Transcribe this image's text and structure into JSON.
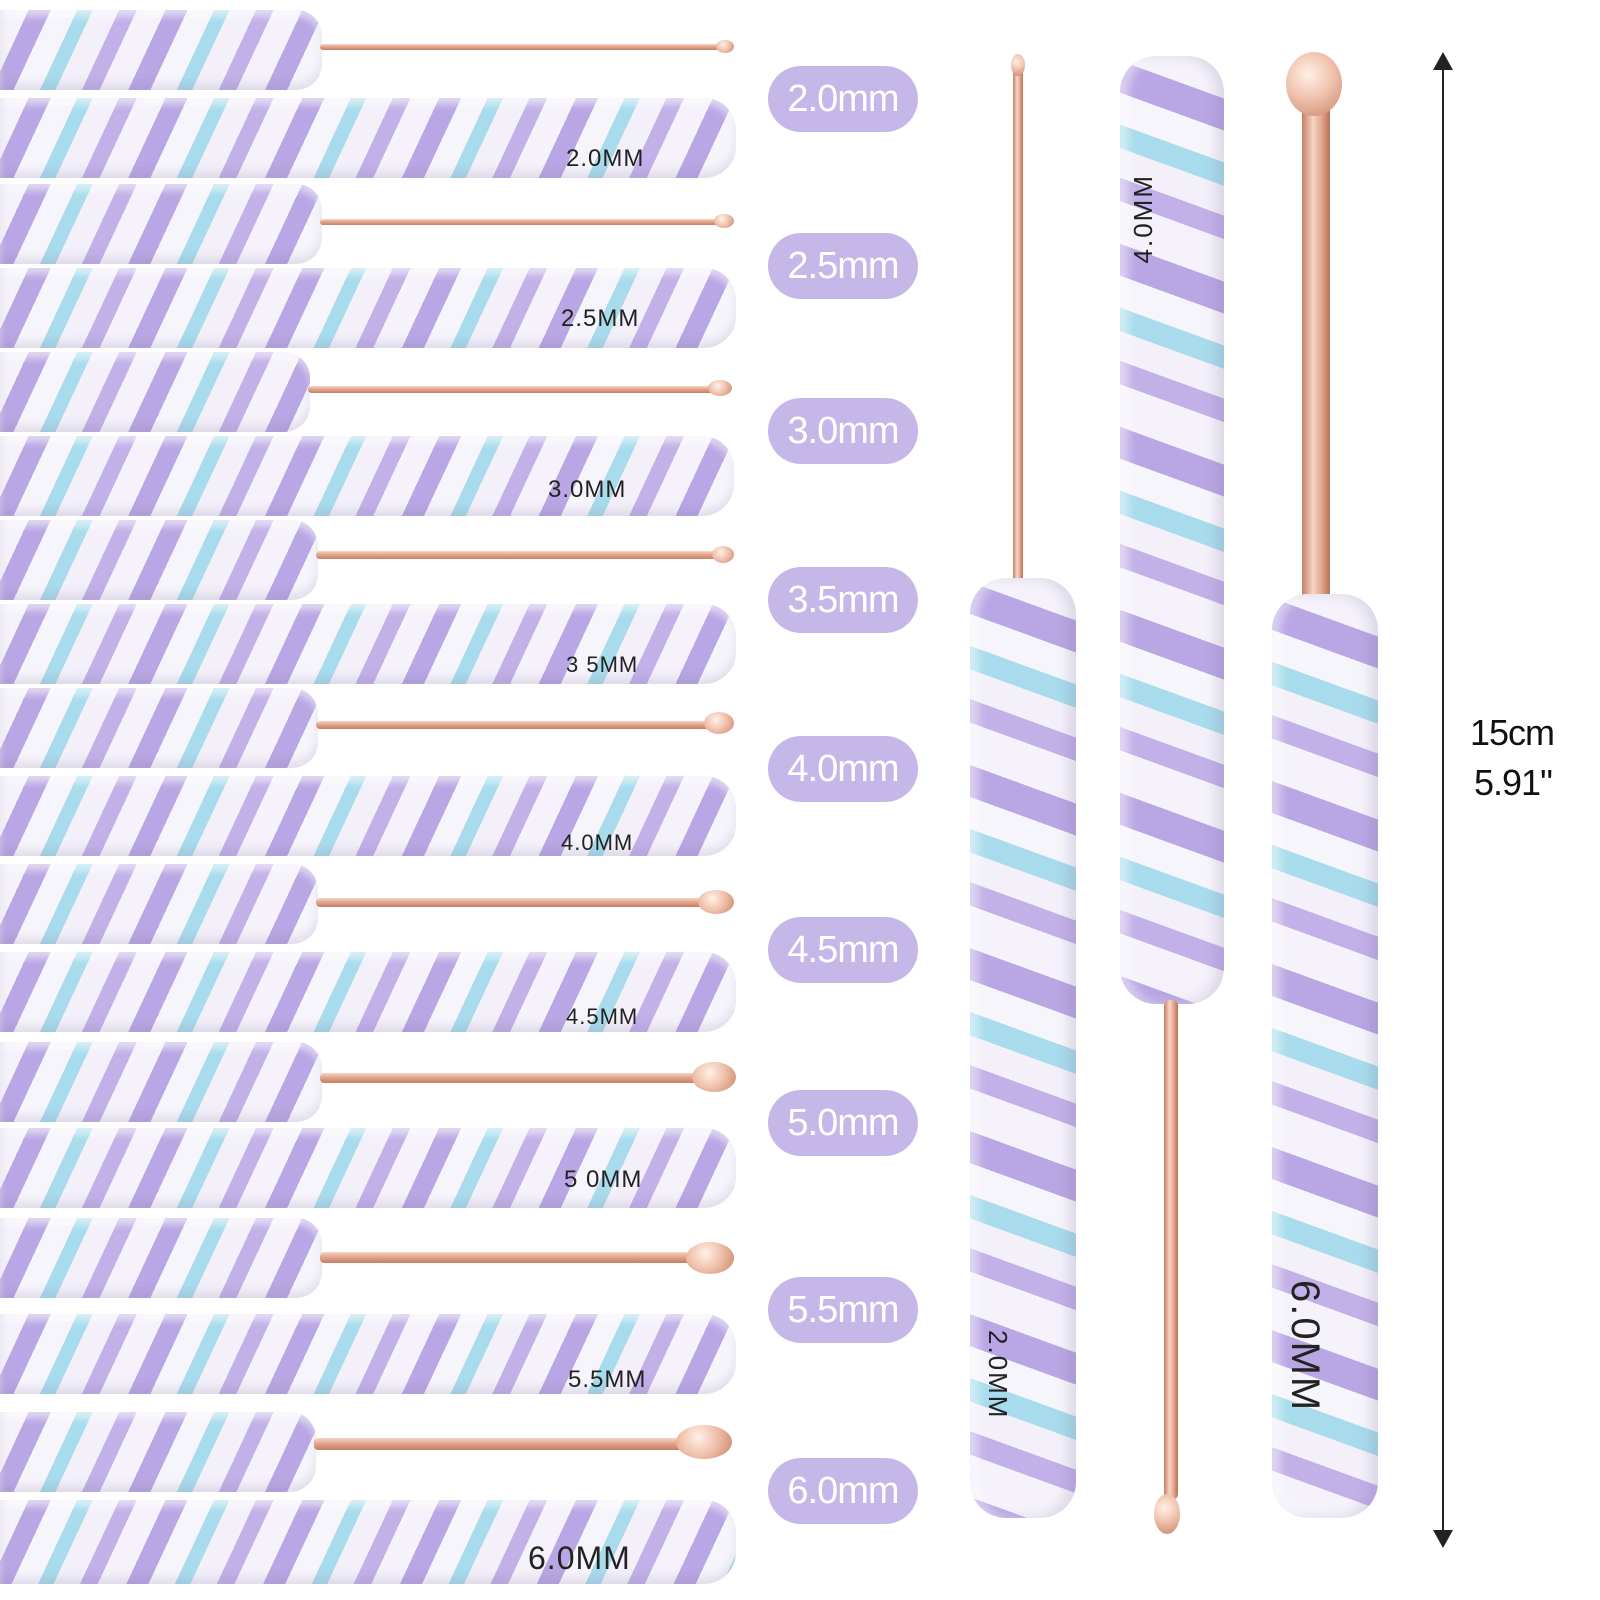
{
  "size_pills": [
    "2.0mm",
    "2.5mm",
    "3.0mm",
    "3.5mm",
    "4.0mm",
    "4.5mm",
    "5.0mm",
    "5.5mm",
    "6.0mm"
  ],
  "handle_labels": [
    "2.0MM",
    "2.5MM",
    "3.0MM",
    "3 5MM",
    "4.0MM",
    "4.5MM",
    "5 0MM",
    "5.5MM",
    "6.0MM"
  ],
  "vertical_hooks": {
    "left_label": "2.0MM",
    "middle_label": "4.0MM",
    "right_label": "6.0MM"
  },
  "dimension": {
    "cm": "15cm",
    "inch": "5.91\""
  },
  "colors": {
    "lavender": "#b9a6e4",
    "sky_blue": "#a8dcec",
    "pill": "#c5b7e8",
    "rose_gold": "#e4a58c"
  }
}
